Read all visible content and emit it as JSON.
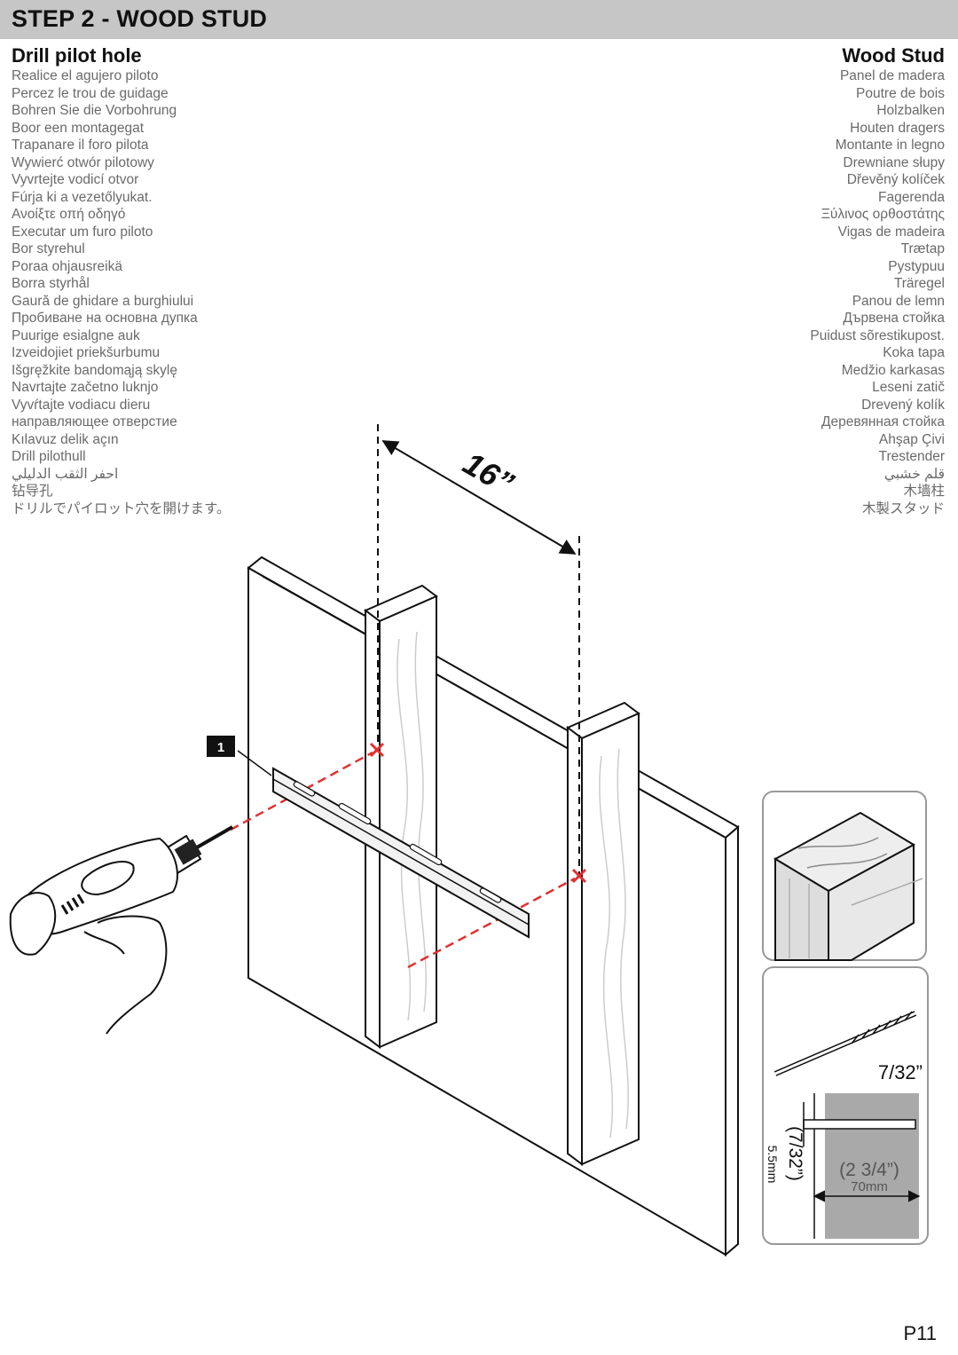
{
  "header": {
    "title": "STEP 2 - WOOD STUD",
    "bar_color": "#c6c6c6"
  },
  "left_column": {
    "heading": "Drill pilot hole",
    "translations": [
      "Realice el agujero piloto",
      "Percez le trou de guidage",
      "Bohren Sie die Vorbohrung",
      "Boor een montagegat",
      "Trapanare il foro pilota",
      "Wywierć otwór pilotowy",
      "Vyvrtejte vodicí otvor",
      "Fúrja ki a vezetőlyukat.",
      "Ανοίξτε οπή οδηγό",
      "Executar um furo piloto",
      "Bor styrehul",
      "Poraa ohjausreikä",
      "Borra styrhål",
      "Gaură de ghidare a burghiului",
      "Пробиване на основна дупка",
      "Puurige esialgne auk",
      "Izveidojiet priekšurbumu",
      "Išgręžkite bandomąją skylę",
      "Navrtajte začetno luknjo",
      "Vyvŕtajte vodiacu dieru",
      "направляющее отверстие",
      "Kılavuz delik açın",
      "Drill pilothull",
      "احفر الثقب الدليلي",
      "钻导孔",
      "ドリルでパイロット穴を開けます。"
    ]
  },
  "right_column": {
    "heading": "Wood Stud",
    "translations": [
      "Panel de madera",
      "Poutre de bois",
      "Holzbalken",
      "Houten dragers",
      "Montante in legno",
      "Drewniane słupy",
      "Dřevěný kolíček",
      "Fagerenda",
      "Ξύλινος ορθοστάτης",
      "Vigas de madeira",
      "Trætap",
      "Pystypuu",
      "Träregel",
      "Panou de lemn",
      "Дървена стойка",
      "Puidust sõrestikupost.",
      "Koka tapa",
      "Medžio karkasas",
      "Leseni zatič",
      "Drevený kolík",
      "Деревянная стойка",
      "Ahşap Çivi",
      "Trestender",
      "قلم خشبي",
      "木墙柱",
      "木製スタッド"
    ]
  },
  "figure": {
    "stud_spacing_label": "16”",
    "part_label": "1",
    "drill_bit_size": "7/32”",
    "hole_diameter_imperial": "(7/32”)",
    "hole_diameter_metric": "5.5mm",
    "hole_depth_imperial": "(2 3/4”)",
    "hole_depth_metric": "70mm",
    "icons": [
      "wood-stud-block-icon",
      "drill-bit-icon",
      "power-drill-icon"
    ],
    "colors": {
      "marker": "#e03030",
      "stud_section": "#a9a9a9"
    }
  },
  "footer": {
    "page_number": "P11"
  }
}
